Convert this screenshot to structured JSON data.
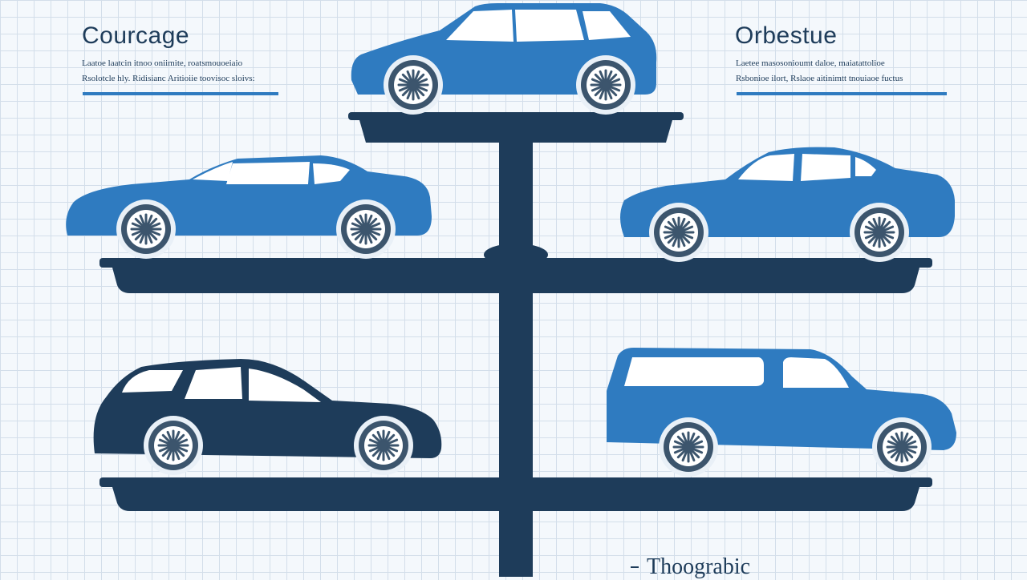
{
  "left_panel": {
    "title": "Courcage",
    "line1": "Laatoe  laatcin  itnoo  oniimite,  roatsmouoeiaio",
    "line2": "Rsolotcle  hly.  Ridisianc  Aritioiie  toovisoc  sloivs:"
  },
  "right_panel": {
    "title": "Orbestue",
    "line1": "Laetee  masosonioumt  daloe,  maiatattolioe",
    "line2": "Rsbonioe  ilort,  Rslaoe  aitinimtt  tnouiaoe  fuctus"
  },
  "footer_text": "Thoograbic",
  "colors": {
    "accent_blue": "#2f7bc0",
    "dark_navy": "#1e3c5a",
    "grid": "#d3deea",
    "background": "#f4f8fc"
  },
  "icons": [
    "top-suv-icon",
    "left-sedan-icon",
    "right-sedan-icon",
    "left-hatchback-icon",
    "right-van-icon"
  ]
}
